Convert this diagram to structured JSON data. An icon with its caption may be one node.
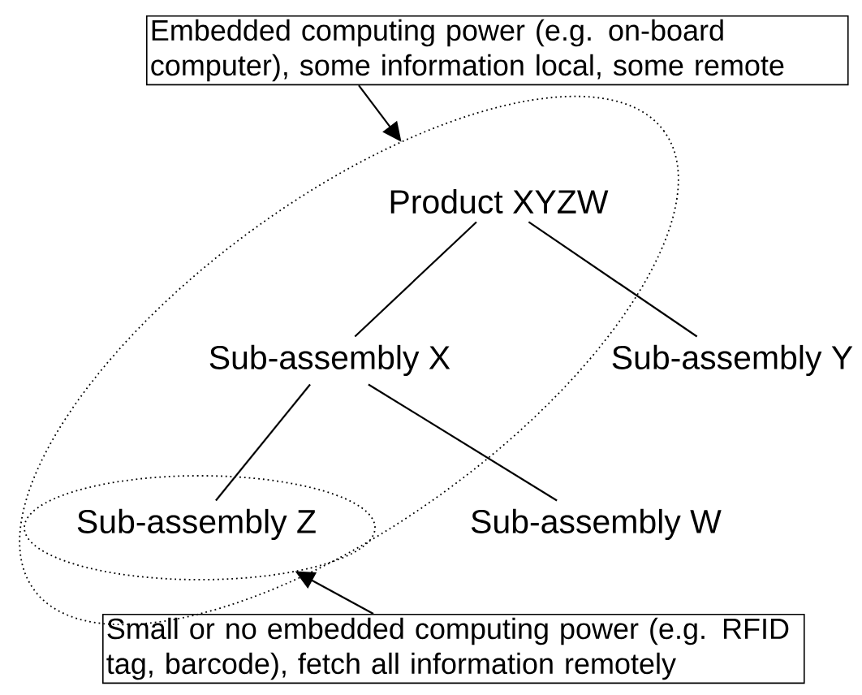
{
  "diagram": {
    "nodes": [
      {
        "text": [
          "Embedded computing power (e.g. on-board computer), some information local, some remote"
        ]
      },
      {
        "text": [
          "Product XYZW"
        ],
        "in": 7
      },
      {
        "text": [
          "Sub-assembly X"
        ],
        "in": 7
      },
      {
        "text": [
          "Sub-assembly Y"
        ]
      },
      {
        "text": [
          "Sub-assembly Z"
        ],
        "in": 8
      },
      {
        "text": [
          "Sub-assembly W"
        ]
      },
      {
        "text": [
          "Small or no embedded computing power (e.g. RFID tag, barcode), fetch all information remotely"
        ]
      },
      {
        "text": [],
        "shape": "ellipse"
      },
      {
        "text": [],
        "shape": "ellipse",
        "in": 7
      }
    ],
    "edges": [
      {
        "from": 1,
        "to": 2,
        "arrow": "none"
      },
      {
        "from": 1,
        "to": 3,
        "arrow": "none"
      },
      {
        "from": 2,
        "to": 4,
        "arrow": "none"
      },
      {
        "from": 2,
        "to": 5,
        "arrow": "none"
      },
      {
        "from": 0,
        "to": 7,
        "arrow": "to"
      },
      {
        "from": 6,
        "to": 8,
        "arrow": "to"
      }
    ]
  }
}
